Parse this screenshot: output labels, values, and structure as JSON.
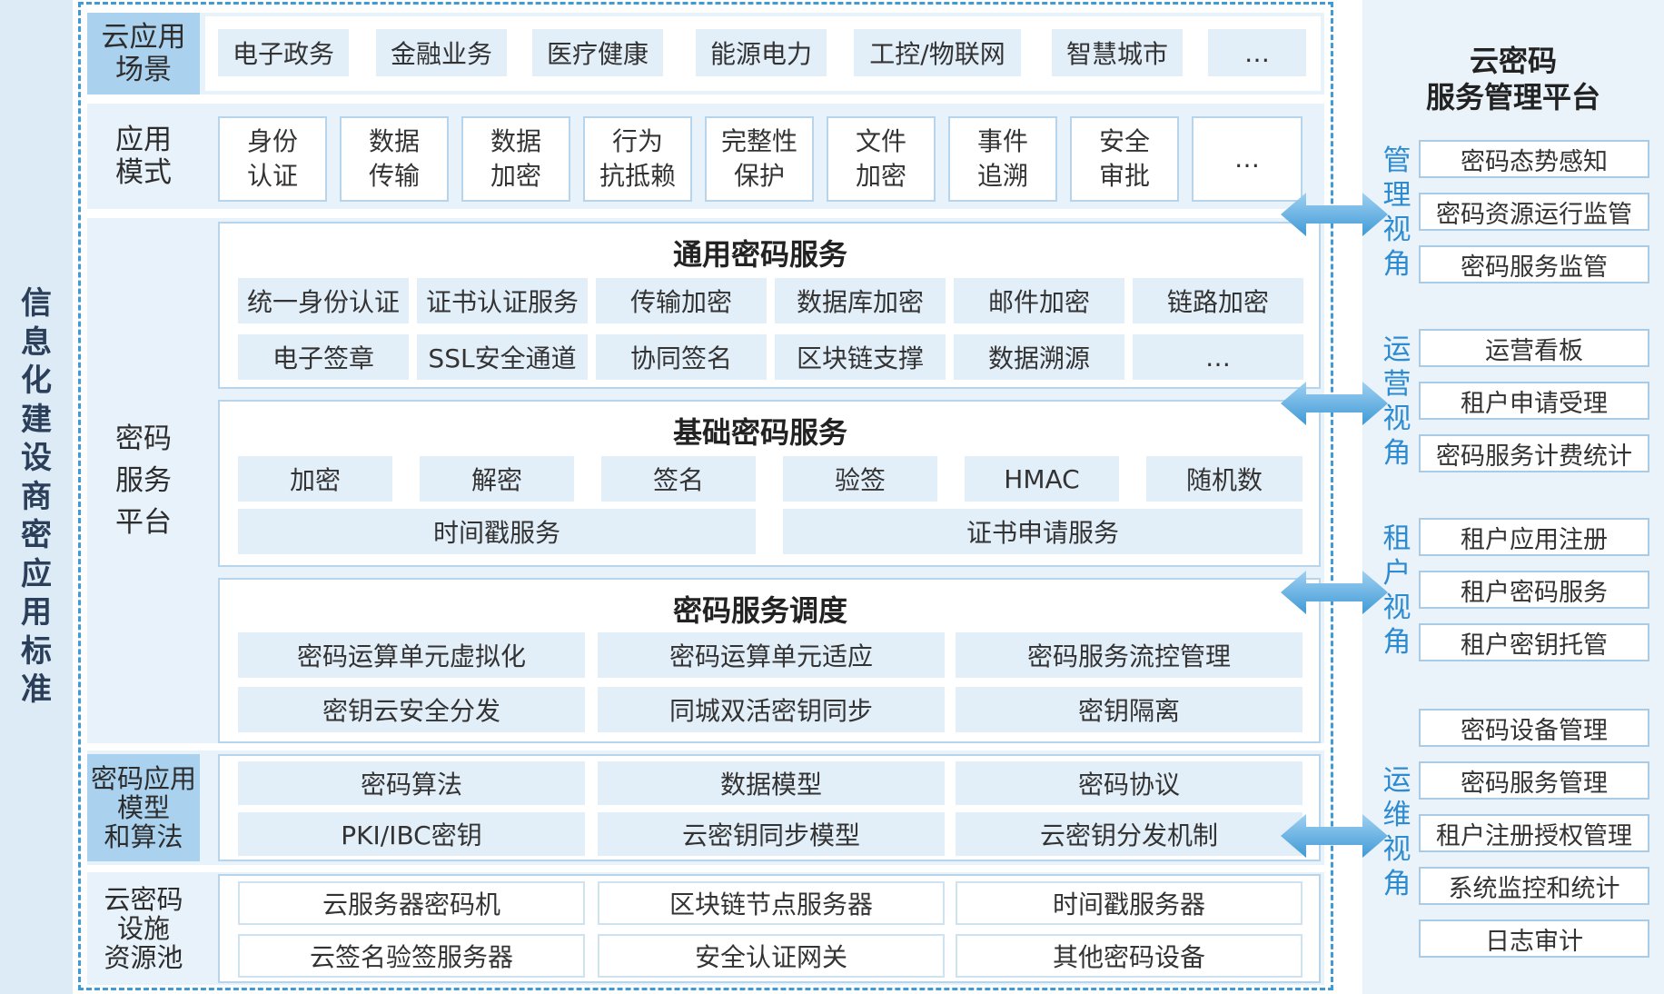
{
  "left_title": [
    "信",
    "息",
    "化",
    "建",
    "设",
    "商",
    "密",
    "应",
    "用",
    "标",
    "准"
  ],
  "scenarios": {
    "label": [
      "云应用",
      "场景"
    ],
    "items": [
      "电子政务",
      "金融业务",
      "医疗健康",
      "能源电力",
      "工控/物联网",
      "智慧城市",
      "…"
    ]
  },
  "patterns": {
    "label": [
      "应用",
      "模式"
    ],
    "items": [
      [
        "身份",
        "认证"
      ],
      [
        "数据",
        "传输"
      ],
      [
        "数据",
        "加密"
      ],
      [
        "行为",
        "抗抵赖"
      ],
      [
        "完整性",
        "保护"
      ],
      [
        "文件",
        "加密"
      ],
      [
        "事件",
        "追溯"
      ],
      [
        "安全",
        "审批"
      ],
      [
        "…",
        ""
      ]
    ]
  },
  "platform": {
    "label": [
      "密码",
      "服务",
      "平台"
    ],
    "general": {
      "title": "通用密码服务",
      "row1": [
        "统一身份认证",
        "证书认证服务",
        "传输加密",
        "数据库加密",
        "邮件加密",
        "链路加密"
      ],
      "row2": [
        "电子签章",
        "SSL安全通道",
        "协同签名",
        "区块链支撑",
        "数据溯源",
        "…"
      ]
    },
    "basic": {
      "title": "基础密码服务",
      "row1": [
        "加密",
        "解密",
        "签名",
        "验签",
        "HMAC",
        "随机数"
      ],
      "row2": [
        "时间戳服务",
        "证书申请服务"
      ]
    },
    "scheduling": {
      "title": "密码服务调度",
      "row1": [
        "密码运算单元虚拟化",
        "密码运算单元适应",
        "密码服务流控管理"
      ],
      "row2": [
        "密钥云安全分发",
        "同城双活密钥同步",
        "密钥隔离"
      ]
    }
  },
  "models": {
    "label": [
      "密码应用",
      "模型",
      "和算法"
    ],
    "row1": [
      "密码算法",
      "数据模型",
      "密码协议"
    ],
    "row2": [
      "PKI/IBC密钥",
      "云密钥同步模型",
      "云密钥分发机制"
    ]
  },
  "resources": {
    "label": [
      "云密码",
      "设施",
      "资源池"
    ],
    "row1": [
      "云服务器密码机",
      "区块链节点服务器",
      "时间戳服务器"
    ],
    "row2": [
      "云签名验签服务器",
      "安全认证网关",
      "其他密码设备"
    ]
  },
  "right_panel": {
    "title": [
      "云密码",
      "服务管理平台"
    ],
    "management": {
      "label": [
        "管",
        "理",
        "视",
        "角"
      ],
      "items": [
        "密码态势感知",
        "密码资源运行监管",
        "密码服务监管"
      ]
    },
    "operation": {
      "label": [
        "运",
        "营",
        "视",
        "角"
      ],
      "items": [
        "运营看板",
        "租户申请受理",
        "密码服务计费统计"
      ]
    },
    "tenant": {
      "label": [
        "租",
        "户",
        "视",
        "角"
      ],
      "items": [
        "租户应用注册",
        "租户密码服务",
        "租户密钥托管"
      ]
    },
    "maintenance": {
      "label": [
        "运",
        "维",
        "视",
        "角"
      ],
      "items": [
        "密码设备管理",
        "密码服务管理",
        "租户注册授权管理",
        "系统监控和统计",
        "日志审计"
      ]
    }
  },
  "colors": {
    "accent": "#3f9ad6",
    "band": "#e8f2fa",
    "label_highlight": "#aad1ee",
    "arrow": "#5aaee4"
  }
}
